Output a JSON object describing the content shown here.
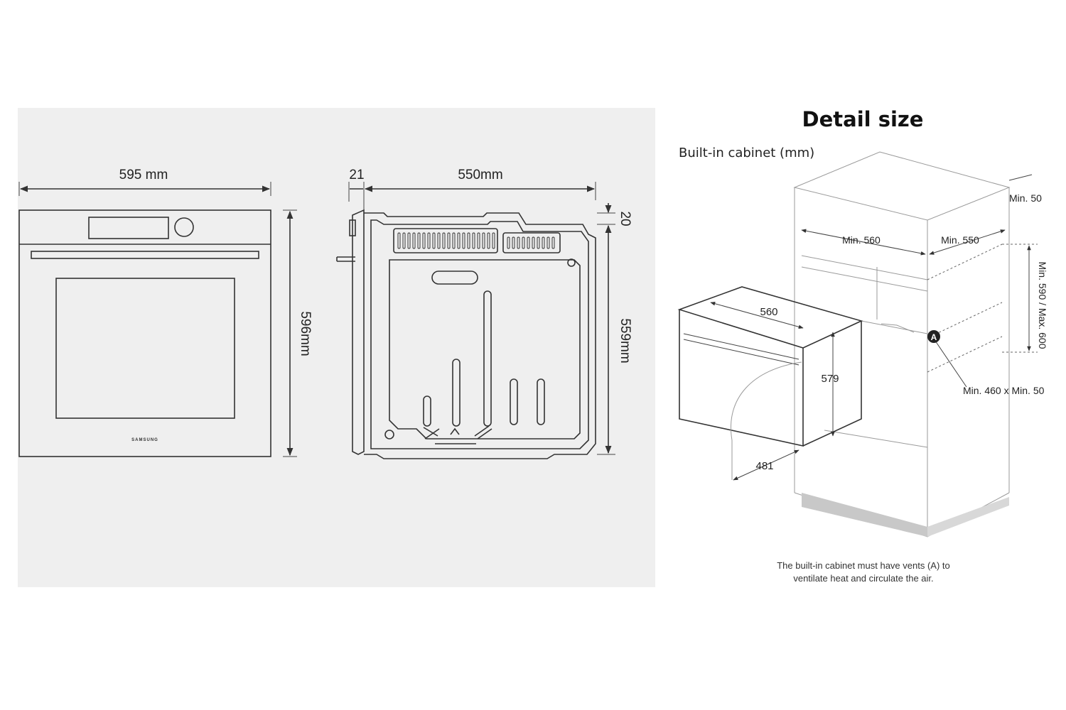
{
  "front_view": {
    "width_label": "595 mm",
    "height_label": "596mm",
    "brand": "SAMSUNG"
  },
  "side_view": {
    "front_depth_label": "21",
    "depth_label": "550mm",
    "top_gap_label": "20",
    "height_label": "559mm"
  },
  "detail": {
    "title": "Detail size",
    "subtitle": "Built-in cabinet (mm)",
    "labels": {
      "min_50_top": "Min. 50",
      "min_560": "Min. 560",
      "min_550": "Min. 550",
      "min_590_max_600": "Min. 590 / Max. 600",
      "oven_560": "560",
      "oven_579": "579",
      "oven_481": "481",
      "vent_marker": "A",
      "min_460_min_50": "Min. 460 x Min. 50"
    },
    "note_line1": "The built-in cabinet must have vents (A) to",
    "note_line2": "ventilate heat and circulate the air."
  },
  "colors": {
    "panel_background": "#efefef",
    "line": "#333333",
    "plinth": "#c8c8c8"
  }
}
